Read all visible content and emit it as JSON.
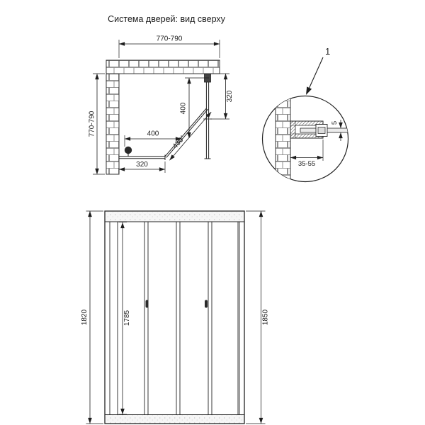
{
  "title": "Система дверей: вид сверху",
  "plan_view": {
    "dim_wall_top": "770-790",
    "dim_wall_left": "770-790",
    "dim_fixed_right": "320",
    "dim_depth_right": "400",
    "dim_width_bottom": "400",
    "dim_door_diagonal": "430",
    "dim_fixed_bottom": "320"
  },
  "detail_view": {
    "callout_number": "1",
    "dim_adjustment_range": "35-55",
    "dim_glass_thickness": "5"
  },
  "elevation_view": {
    "dim_height_left": "1820",
    "dim_height_inner": "1785",
    "dim_height_right": "1850"
  },
  "colors": {
    "line": "#1d1d1d",
    "background": "#ffffff"
  }
}
